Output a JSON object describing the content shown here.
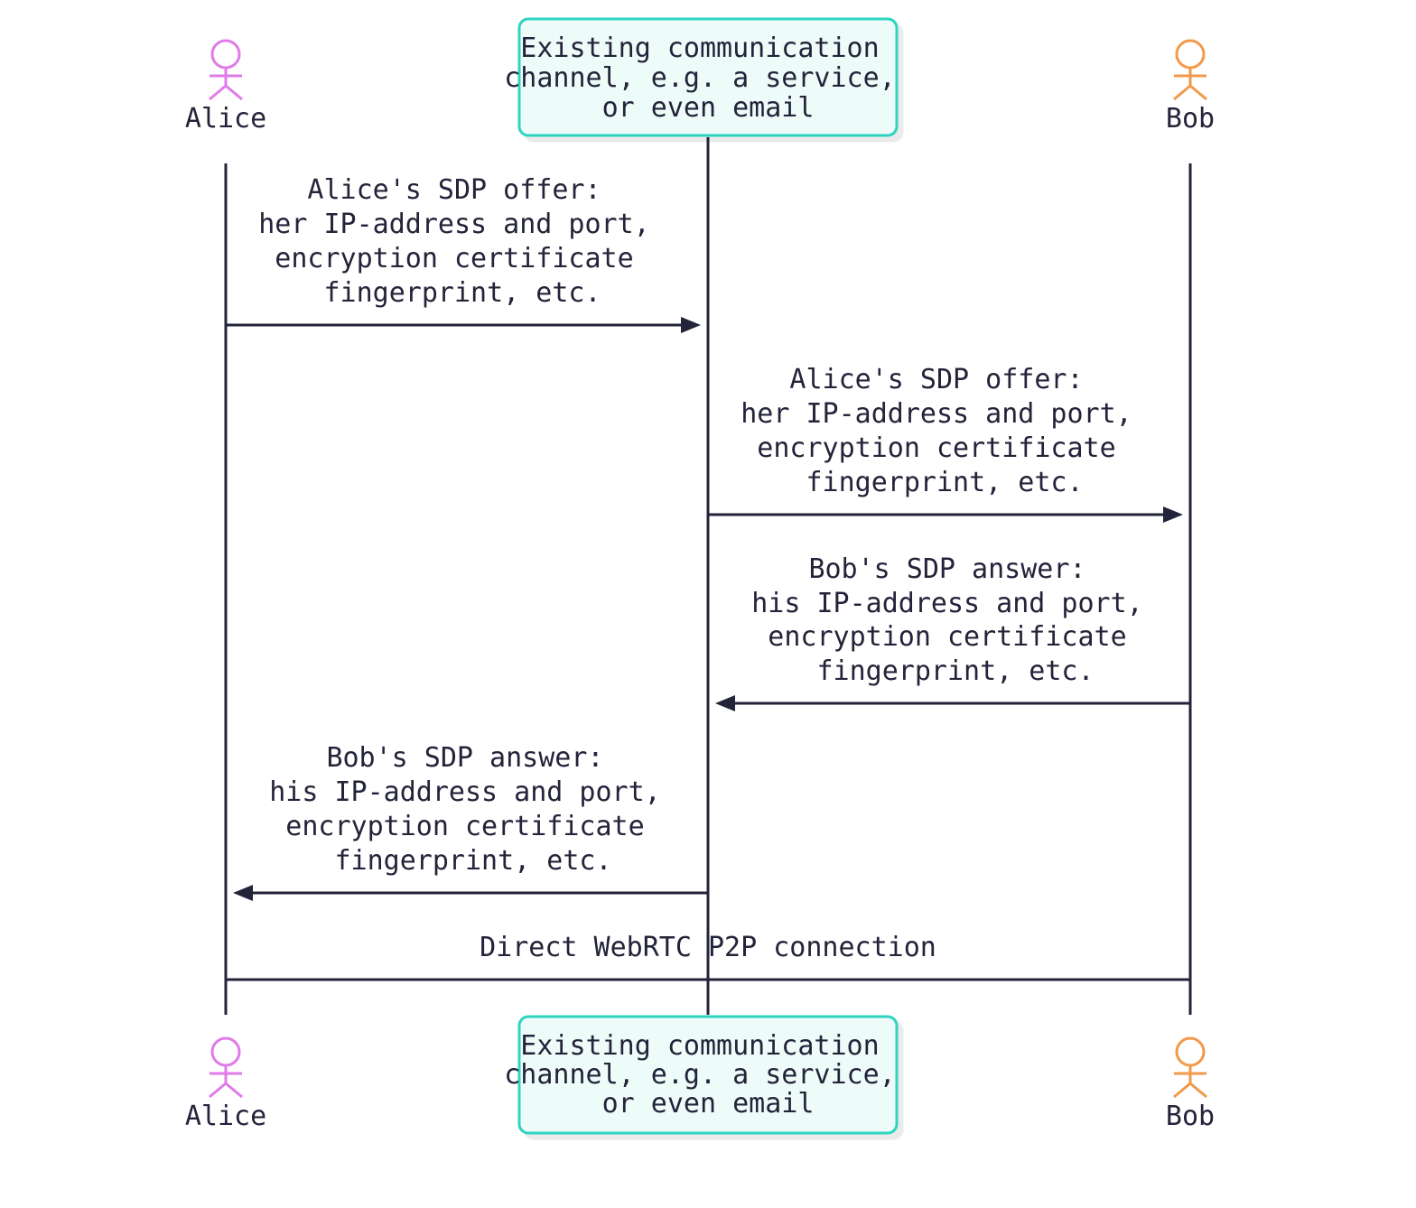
{
  "participants": {
    "alice": {
      "label": "Alice",
      "color": "#e07be8"
    },
    "channel": {
      "lines": [
        "Existing communication",
        "channel, e.g. a service,",
        "or even email"
      ],
      "border_color": "#2dd4bf",
      "fill_color": "#eefcf9"
    },
    "bob": {
      "label": "Bob",
      "color": "#f2994a"
    }
  },
  "messages": [
    {
      "from": "alice",
      "to": "channel",
      "lines": [
        "Alice's SDP offer:",
        "her IP-address and port,",
        "encryption certificate",
        "fingerprint, etc."
      ]
    },
    {
      "from": "channel",
      "to": "bob",
      "lines": [
        "Alice's SDP offer:",
        "her IP-address and port,",
        "encryption certificate",
        "fingerprint, etc."
      ]
    },
    {
      "from": "bob",
      "to": "channel",
      "lines": [
        "Bob's SDP answer:",
        "his IP-address and port,",
        "encryption certificate",
        "fingerprint, etc."
      ]
    },
    {
      "from": "channel",
      "to": "alice",
      "lines": [
        "Bob's SDP answer:",
        "his IP-address and port,",
        "encryption certificate",
        "fingerprint, etc."
      ]
    },
    {
      "from": "alice",
      "to": "bob",
      "lines": [
        "Direct WebRTC P2P connection"
      ]
    }
  ],
  "line_color": "#23233a"
}
